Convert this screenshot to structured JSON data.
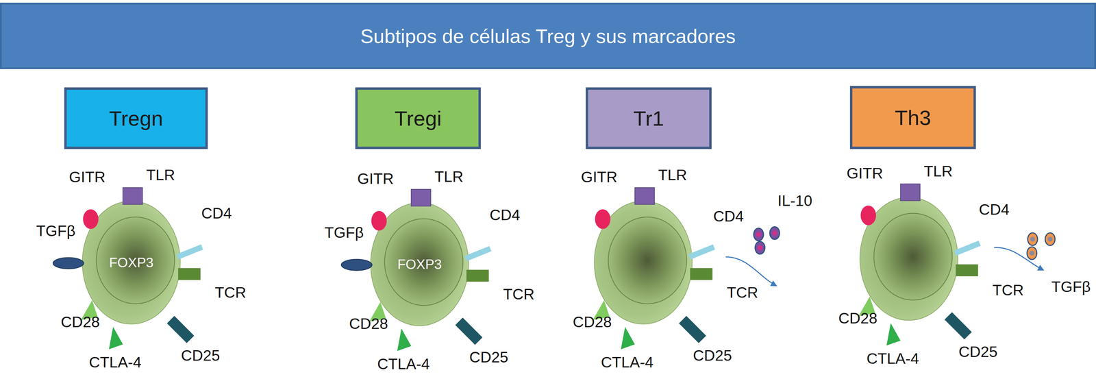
{
  "diagram": {
    "title": "Subtipos de células Treg y sus marcadores",
    "nodes": [
      {
        "text": [
          "Tregn"
        ]
      },
      {
        "text": [
          "FOXP3"
        ]
      },
      {
        "text": [
          "Tregi"
        ]
      },
      {
        "text": [
          "FOXP3"
        ]
      },
      {
        "text": [
          "Tr1"
        ]
      },
      {
        "text": [
          "Th3"
        ]
      }
    ],
    "labels": [
      "GITR",
      "TLR",
      "CD4",
      "TGFβ",
      "TCR",
      "CD28",
      "CTLA-4",
      "CD25",
      "GITR",
      "TLR",
      "CD4",
      "TGFβ",
      "TCR",
      "CD28",
      "CTLA-4",
      "CD25",
      "GITR",
      "TLR",
      "IL-10",
      "CD4",
      "TCR",
      "CD28",
      "CTLA-4",
      "CD25",
      "GITR",
      "TLR",
      "CD4",
      "TGFβ",
      "TCR",
      "CD28",
      "CTLA-4",
      "CD25"
    ]
  }
}
